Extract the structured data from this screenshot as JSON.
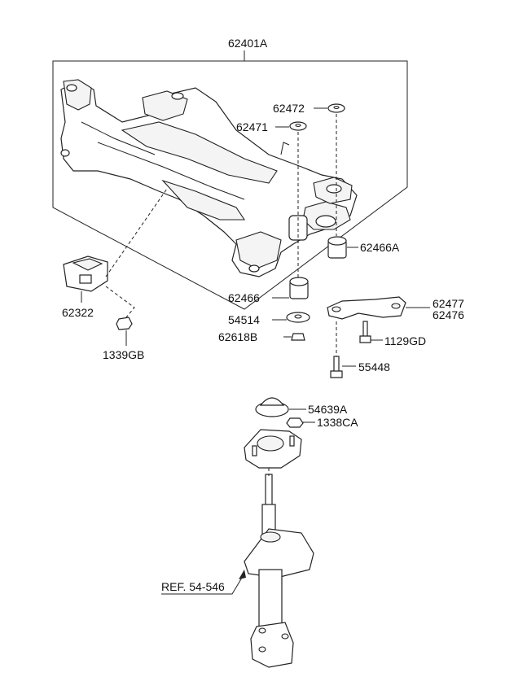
{
  "labels": {
    "subframe": "62401A",
    "bush_upper_cap_a": "62472",
    "bush_upper_cap_b": "62471",
    "bush_a": "62466A",
    "bush": "62466",
    "stay_1": "62477",
    "stay_2": "62476",
    "bracket": "54514",
    "nut_b": "62618B",
    "bolt_gd": "1129GD",
    "bolt": "55448",
    "insulator": "54639A",
    "nut_ca": "1338CA",
    "mount": "62322",
    "nut_gb": "1339GB",
    "reference": "REF. 54-546"
  }
}
